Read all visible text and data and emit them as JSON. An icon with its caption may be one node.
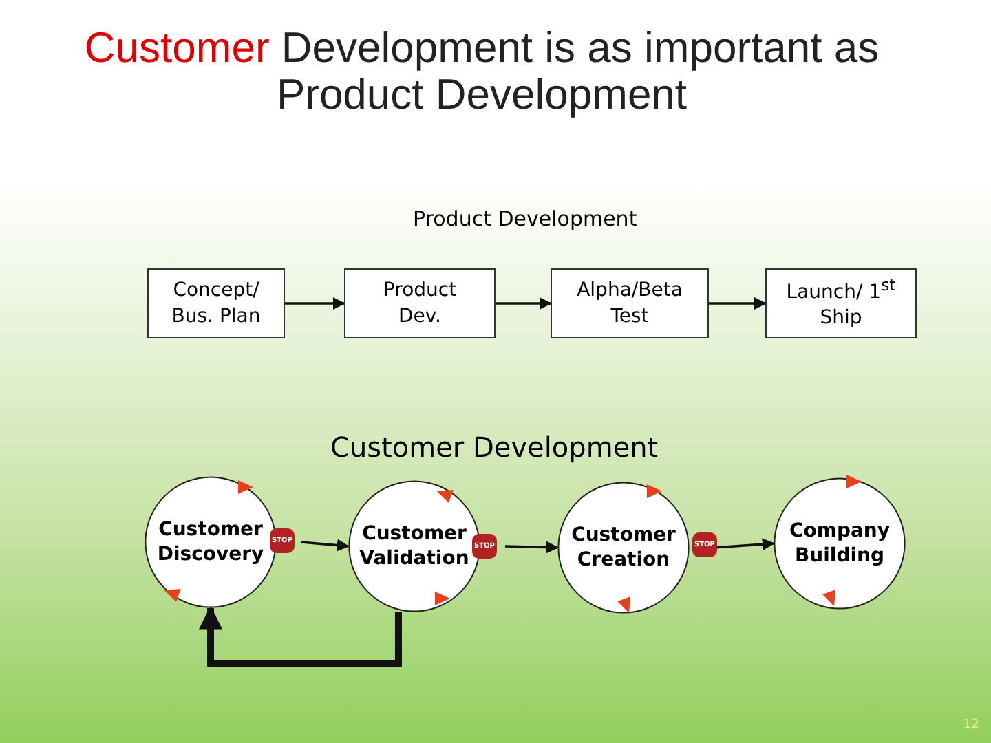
{
  "diagram": {
    "title": "Customer Development is as important as Product Development",
    "nodes": [
      {
        "text": [
          "Concept/ Bus. Plan"
        ]
      },
      {
        "text": [
          "Product Dev."
        ]
      },
      {
        "text": [
          "Alpha/Beta Test"
        ]
      },
      {
        "text": [
          "Launch/ 1$^{st}$ Ship"
        ]
      },
      {
        "text": [
          "Customer Discovery"
        ]
      },
      {
        "text": [
          "Customer Validation"
        ]
      },
      {
        "text": [
          "Customer Creation"
        ]
      },
      {
        "text": [
          "Company Building"
        ]
      }
    ],
    "edges": [
      {
        "from": 0,
        "to": 1,
        "arrow": "to"
      },
      {
        "from": 1,
        "to": 2,
        "arrow": "to"
      },
      {
        "from": 2,
        "to": 3,
        "arrow": "to"
      },
      {
        "from": 4,
        "to": 5,
        "arrow": "to"
      },
      {
        "from": 5,
        "to": 6,
        "arrow": "to"
      },
      {
        "from": 6,
        "to": 7,
        "arrow": "to"
      },
      {
        "from": 5,
        "to": 4,
        "arrow": "to",
        "style": "thick"
      }
    ],
    "labels": [
      "Product Development",
      "Customer Development",
      "STOP",
      "STOP",
      "STOP",
      "12"
    ]
  }
}
